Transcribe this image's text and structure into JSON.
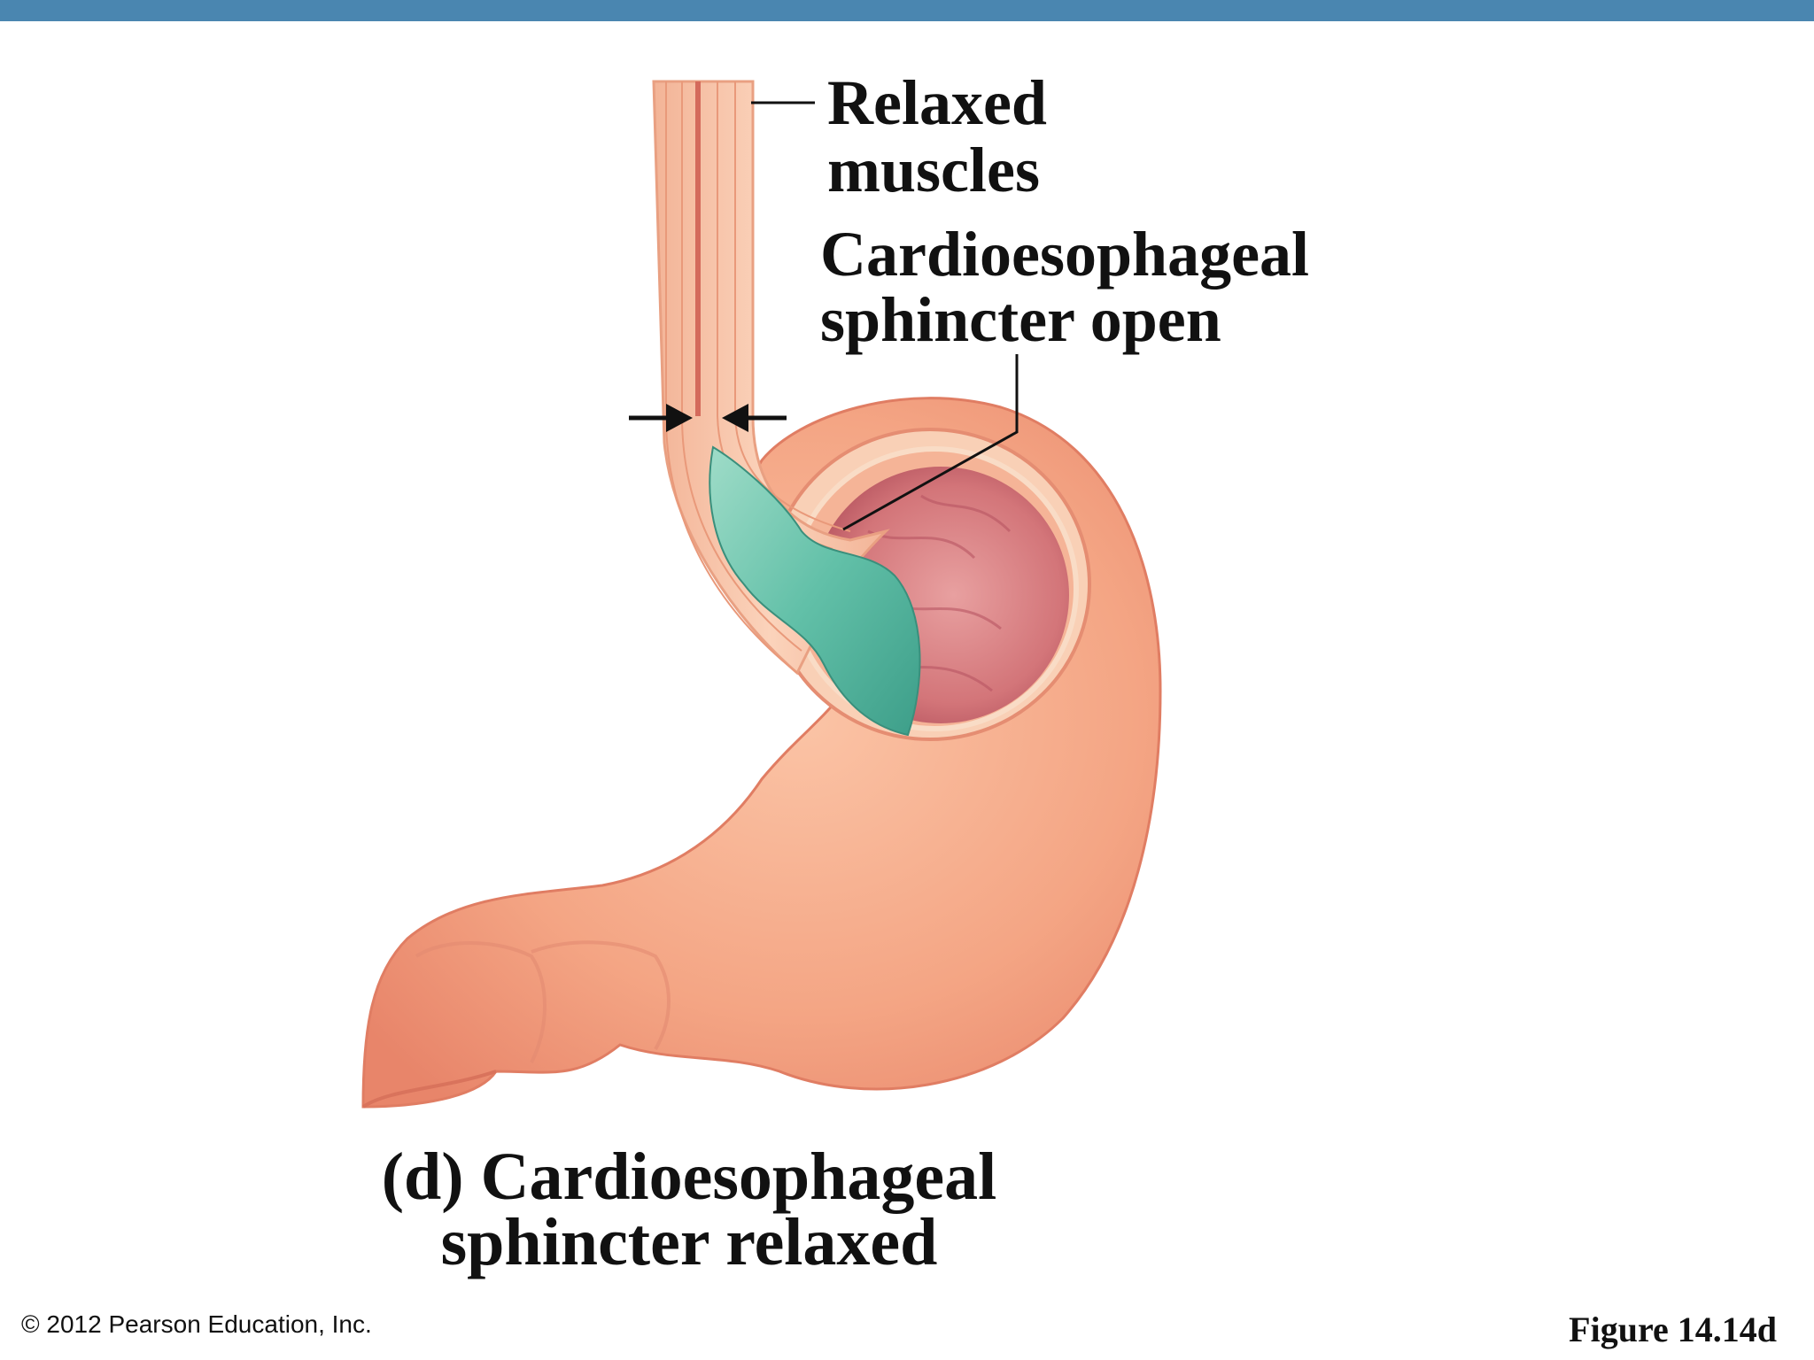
{
  "labels": {
    "relaxed_muscles": [
      "Relaxed",
      "muscles"
    ],
    "sphincter_open": [
      "Cardioesophageal",
      "sphincter open"
    ]
  },
  "caption": [
    "(d) Cardioesophageal",
    "sphincter relaxed"
  ],
  "footer": {
    "copyright": "© 2012 Pearson Education, Inc.",
    "figure": "Figure 14.14d"
  },
  "colors": {
    "top_bar": "#4a86b0",
    "stomach": "#f2a07e",
    "muscle_layer": "#f6c2a5",
    "food_bolus": "#5cbfa6",
    "stomach_interior": "#cc6470"
  }
}
